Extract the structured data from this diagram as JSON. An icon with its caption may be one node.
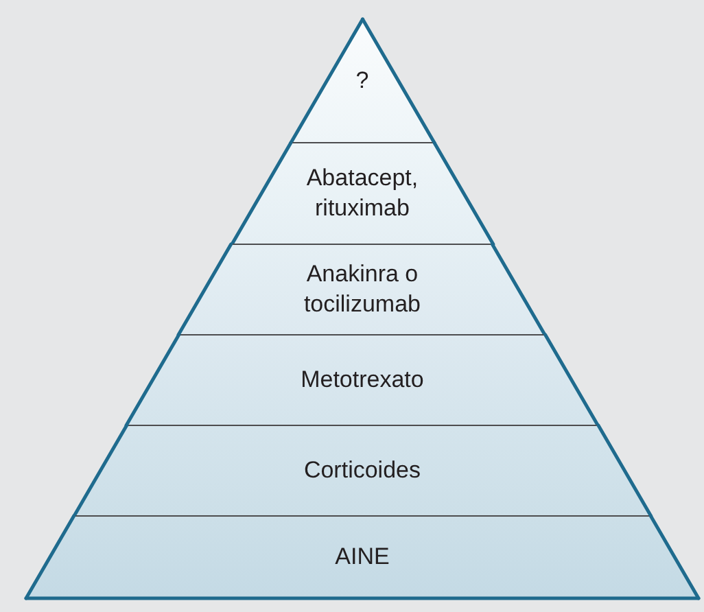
{
  "diagram": {
    "nodes": [
      {
        "text": [
          "?"
        ]
      },
      {
        "text": [
          "Abatacept, rituximab"
        ]
      },
      {
        "text": [
          "Anakinra o tocilizumab"
        ]
      },
      {
        "text": [
          "Metotrexato"
        ]
      },
      {
        "text": [
          "Corticoides"
        ]
      },
      {
        "text": [
          "AINE"
        ]
      }
    ]
  }
}
